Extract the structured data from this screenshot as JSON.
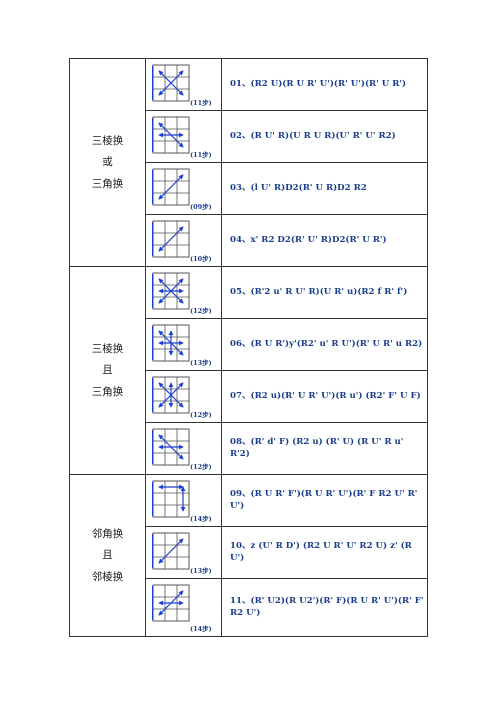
{
  "groups": [
    {
      "lines": [
        "三棱换",
        "或",
        "三角换"
      ]
    },
    {
      "lines": [
        "三棱换",
        "且",
        "三角换"
      ]
    },
    {
      "lines": [
        "邻角换",
        "且",
        "邻棱换"
      ]
    }
  ],
  "rows": [
    {
      "steps": "(11步)",
      "formula": "01、(R2 U)(R U R' U')(R' U')(R' U R')",
      "arrows": [
        [
          0,
          0,
          2,
          2
        ],
        [
          2,
          0,
          0,
          2
        ]
      ]
    },
    {
      "steps": "(11步)",
      "formula": "02、(R U' R)(U R U R)(U' R' U' R2)",
      "arrows": [
        [
          0,
          0,
          2,
          2
        ],
        [
          0,
          1,
          2,
          1
        ]
      ]
    },
    {
      "steps": "(09步)",
      "formula": "03、(l U' R)D2(R' U R)D2 R2",
      "arrows": [
        [
          0,
          2,
          2,
          0
        ]
      ]
    },
    {
      "steps": "(10步)",
      "formula": "04、x' R2 D2(R' U' R)D2(R' U R')",
      "arrows": [
        [
          0,
          2,
          2,
          0
        ]
      ]
    },
    {
      "steps": "(12步)",
      "formula": "05、(R'2 u' R U' R)(U R' u)(R2 f R' f')",
      "arrows": [
        [
          0,
          0,
          2,
          2
        ],
        [
          2,
          0,
          0,
          2
        ],
        [
          0,
          1,
          2,
          1
        ]
      ]
    },
    {
      "steps": "(13步)",
      "formula": "06、(R U R')y'(R2' u' R U')(R' U R' u R2)",
      "arrows": [
        [
          0,
          0,
          2,
          2
        ],
        [
          1,
          0,
          1,
          2
        ],
        [
          0,
          1,
          2,
          1
        ]
      ]
    },
    {
      "steps": "(12步)",
      "formula": "07、(R2 u)(R' U R' U')(R u') (R2' F' U F)",
      "arrows": [
        [
          0,
          0,
          2,
          2
        ],
        [
          2,
          0,
          0,
          2
        ],
        [
          1,
          0,
          1,
          2
        ]
      ]
    },
    {
      "steps": "(12步)",
      "formula": "08、(R' d' F) (R2 u) (R' U) (R U' R u' R'2)",
      "arrows": [
        [
          0,
          0,
          2,
          2
        ],
        [
          0,
          1,
          2,
          1
        ]
      ]
    },
    {
      "steps": "(14步)",
      "formula": "09、(R U R' F')(R U R' U')(R' F R2 U' R' U')",
      "arrows": [
        [
          0,
          0,
          2,
          0
        ],
        [
          2,
          0,
          2,
          2
        ]
      ]
    },
    {
      "steps": "(13步)",
      "formula": "10、z (U' R D') (R2 U R' U' R2 U) z' (R U')",
      "arrows": [
        [
          0,
          2,
          2,
          0
        ]
      ]
    },
    {
      "steps": "(14步)",
      "formula": "11、(R' U2)(R U2')(R' F)(R U R' U')(R' F' R2 U')",
      "arrows": [
        [
          0,
          1,
          2,
          1
        ],
        [
          0,
          2,
          2,
          0
        ]
      ]
    }
  ],
  "colors": {
    "arrow": "#1b3fd0",
    "text": "#1a3e8c",
    "grid": "#555555"
  }
}
